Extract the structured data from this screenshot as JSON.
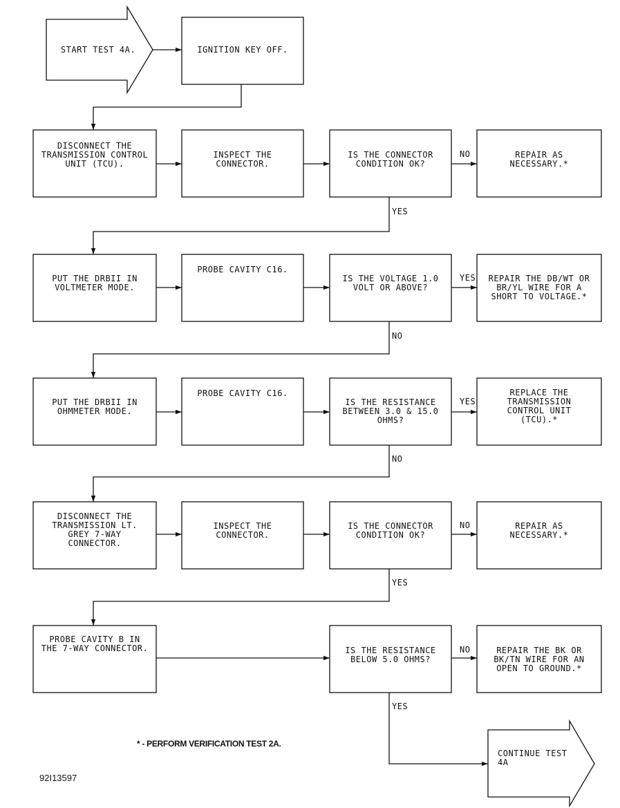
{
  "nodes": {
    "start": "START TEST 4A.",
    "ignition": "IGNITION KEY OFF.",
    "r1_disconnect": "DISCONNECT THE\nTRANSMISSION CONTROL\nUNIT (TCU).",
    "r1_inspect": "INSPECT THE\nCONNECTOR.",
    "r1_question": "IS THE CONNECTOR\nCONDITION OK?",
    "r1_repair": "REPAIR AS\nNECESSARY.*",
    "r2_put": "PUT THE DRBII IN\nVOLTMETER MODE.",
    "r2_probe": "PROBE CAVITY C16.",
    "r2_question": "IS THE VOLTAGE 1.0\nVOLT OR ABOVE?",
    "r2_repair": "REPAIR THE DB/WT OR\nBR/YL WIRE FOR A\nSHORT TO VOLTAGE.*",
    "r3_put": "PUT THE DRBII IN\nOHMMETER MODE.",
    "r3_probe": "PROBE CAVITY C16.",
    "r3_question": "IS THE RESISTANCE\nBETWEEN 3.0 & 15.0\nOHMS?",
    "r3_replace": "REPLACE THE\nTRANSMISSION\nCONTROL UNIT\n(TCU).*",
    "r4_disconnect": "DISCONNECT THE\nTRANSMISSION LT.\nGREY 7-WAY\nCONNECTOR.",
    "r4_inspect": "INSPECT THE\nCONNECTOR.",
    "r4_question": "IS THE CONNECTOR\nCONDITION OK?",
    "r4_repair": "REPAIR AS\nNECESSARY.*",
    "r5_probe": "PROBE CAVITY B IN\nTHE 7-WAY CONNECTOR.",
    "r5_question": "IS THE RESISTANCE\nBELOW 5.0 OHMS?",
    "r5_repair": "REPAIR THE BK OR\nBK/TN WIRE FOR AN\nOPEN TO GROUND.*",
    "continue": "CONTINUE TEST\n4A"
  },
  "edge_labels": {
    "r1_no": "NO",
    "r1_yes": "YES",
    "r2_yes": "YES",
    "r2_no": "NO",
    "r3_yes": "YES",
    "r3_no": "NO",
    "r4_no": "NO",
    "r4_yes": "YES",
    "r5_no": "NO",
    "r5_yes": "YES"
  },
  "footnote": "* - PERFORM VERIFICATION TEST 2A.",
  "figure_code": "92I13597"
}
